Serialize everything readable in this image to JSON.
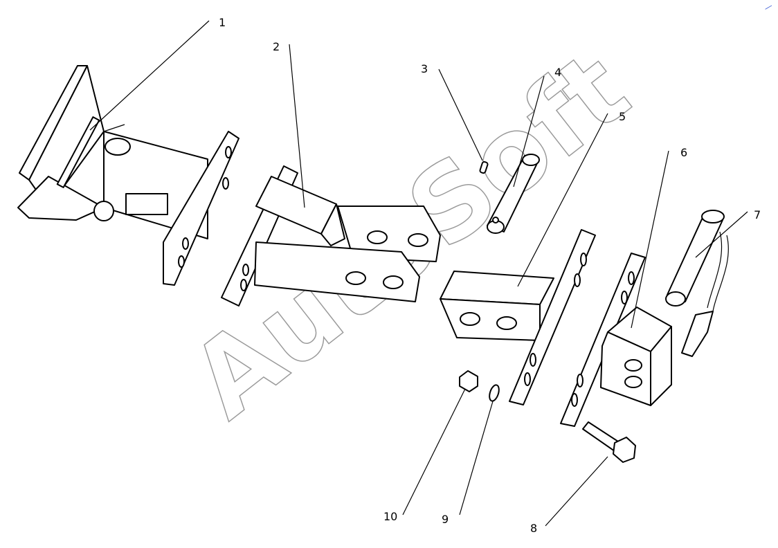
{
  "watermark": "AutoSoft",
  "corner_mark": "—",
  "colors": {
    "line": "#000000",
    "watermark": "#9a9a9a",
    "corner_mark": "#3b5bd6"
  },
  "callouts": [
    "1",
    "2",
    "3",
    "4",
    "5",
    "6",
    "7",
    "8",
    "9",
    "10"
  ]
}
